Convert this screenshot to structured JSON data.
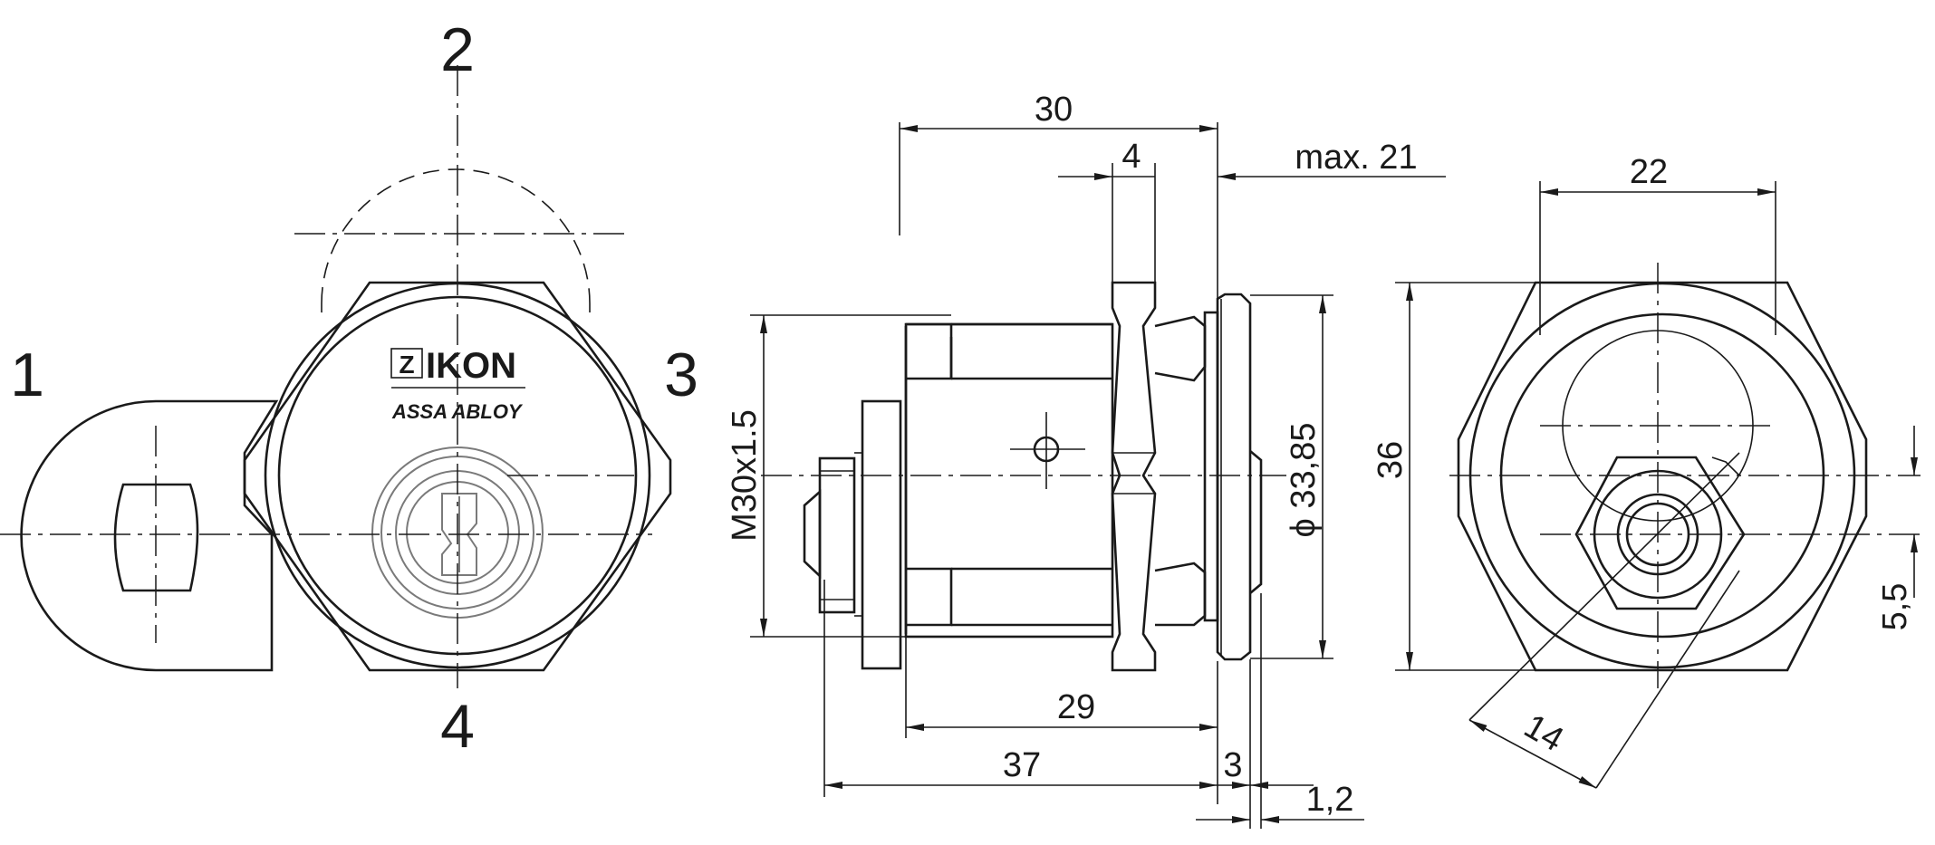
{
  "positions": {
    "p1": "1",
    "p2": "2",
    "p3": "3",
    "p4": "4"
  },
  "logo": {
    "brand": "IKON",
    "mark": "Z",
    "sub": "ASSA ABLOY"
  },
  "dimensions": {
    "d30": "30",
    "d4": "4",
    "dmax21": "max. 21",
    "dthread": "M30x1.5",
    "ddia": "ϕ 33,85",
    "d29": "29",
    "d37": "37",
    "d3": "3",
    "d12": "1,2",
    "d22": "22",
    "d36": "36",
    "d14": "14",
    "d55": "5,5"
  }
}
